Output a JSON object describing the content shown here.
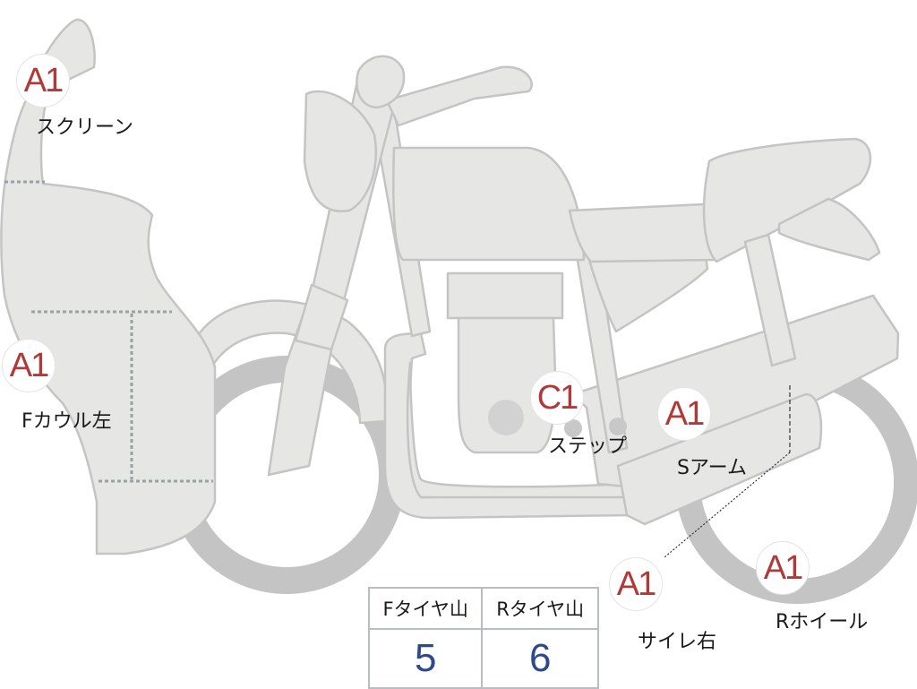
{
  "parts": [
    {
      "name": "screen",
      "grade": "A1",
      "label": "スクリーン"
    },
    {
      "name": "f-cowl-left",
      "grade": "A1",
      "label": "Fカウル左"
    },
    {
      "name": "step",
      "grade": "C1",
      "label": "ステップ"
    },
    {
      "name": "s-arm",
      "grade": "A1",
      "label": "Sアーム"
    },
    {
      "name": "silencer-right",
      "grade": "A1",
      "label": "サイレ右"
    },
    {
      "name": "r-wheel",
      "grade": "A1",
      "label": "Rホイール"
    }
  ],
  "tire_table": {
    "headers": [
      "Fタイヤ山",
      "Rタイヤ山"
    ],
    "values": [
      "5",
      "6"
    ]
  },
  "colors": {
    "part_fill": "#e6e6e4",
    "part_stroke": "#c2c2c2",
    "grade_text": "#b03a3a",
    "value_text": "#2e4a8a"
  }
}
